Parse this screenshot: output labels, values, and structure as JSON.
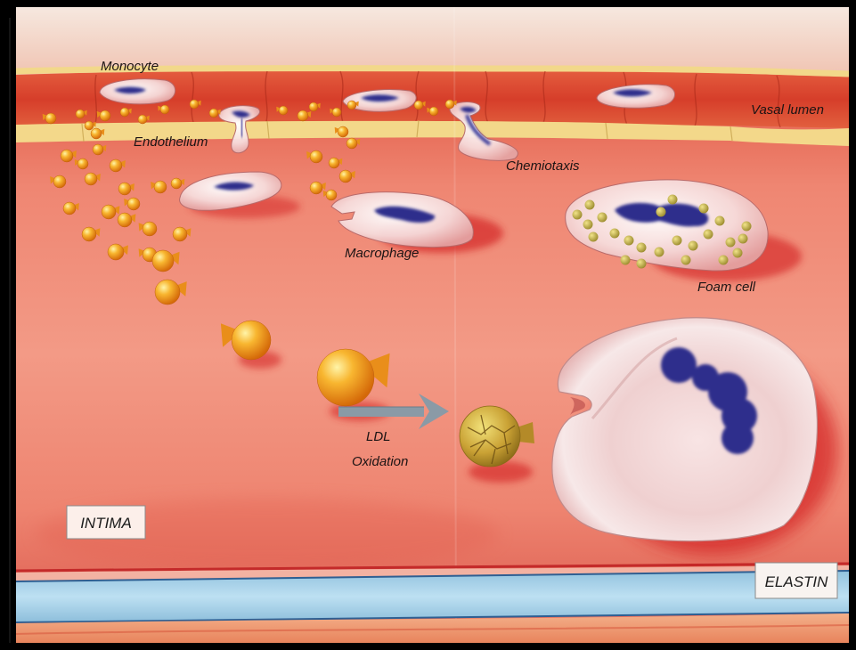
{
  "labels": {
    "monocyte": "Monocyte",
    "endothelium": "Endothelium",
    "vasal_lumen": "Vasal lumen",
    "chemiotaxis": "Chemiotaxis",
    "macrophage": "Macrophage",
    "foam_cell": "Foam cell",
    "ldl": "LDL",
    "oxidation": "Oxidation",
    "intima": "INTIMA",
    "elastin": "ELASTIN"
  },
  "colors": {
    "frame": "#000000",
    "intima": "#f0907c",
    "endothelial_cells": "#d9442e",
    "endothelium_layer": "#f3d88a",
    "elastin": "#a9d3ea",
    "nucleus": "#2e2e8c",
    "ldl": "#f2a520",
    "oxidized_ldl": "#c9a23a",
    "arrow": "#8a9aa6"
  }
}
